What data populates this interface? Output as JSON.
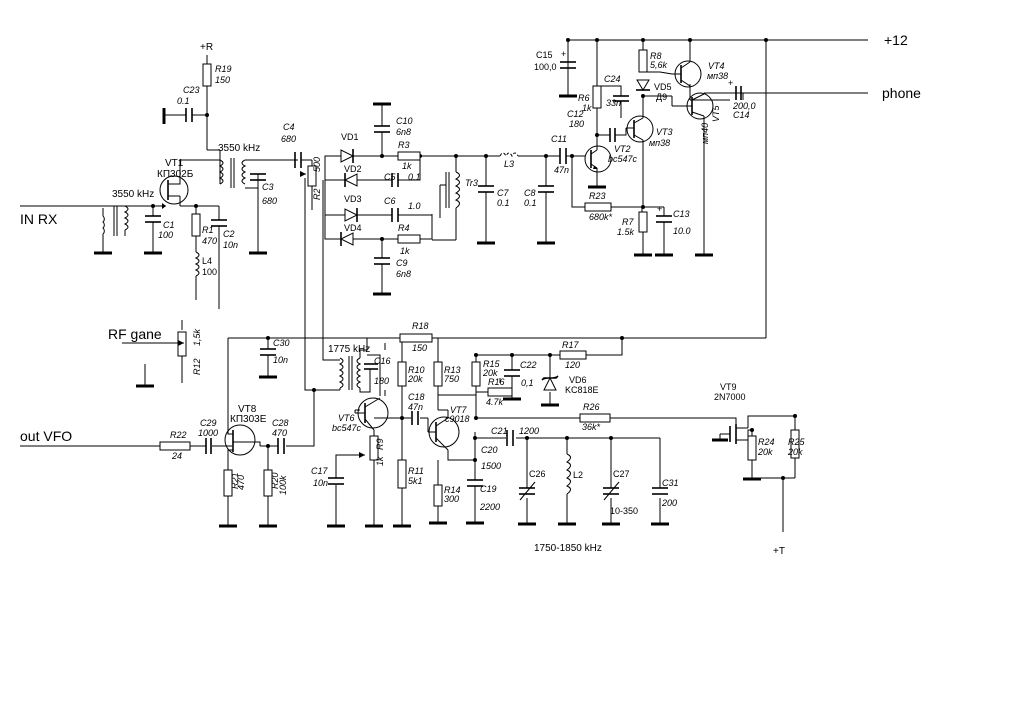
{
  "ports": {
    "plus_r": "+R",
    "plus_12": "+12",
    "phone": "phone",
    "in_rx": "IN RX",
    "rf_gane": "RF gane",
    "out_vfo": "out VFO",
    "plus_t": "+T"
  },
  "transistors": {
    "vt1": {
      "ref": "VT1",
      "type": "КП302Б"
    },
    "vt2": {
      "ref": "VT2",
      "type": "bc547c"
    },
    "vt3": {
      "ref": "VT3",
      "type": "мп38"
    },
    "vt4": {
      "ref": "VT4",
      "type": "мп38"
    },
    "vt5": {
      "ref": "VT5",
      "type": "мп40"
    },
    "vt6": {
      "ref": "VT6",
      "type": "bc547c"
    },
    "vt7": {
      "ref": "VT7",
      "type": "c9018"
    },
    "vt8": {
      "ref": "VT8",
      "type": "КП303Е"
    },
    "vt9": {
      "ref": "VT9",
      "type": "2N7000"
    }
  },
  "resistors": {
    "r1": {
      "ref": "R1",
      "value": "470"
    },
    "r2": {
      "ref": "R2",
      "value": "500"
    },
    "r3": {
      "ref": "R3",
      "value": "1k"
    },
    "r4": {
      "ref": "R4",
      "value": "1k"
    },
    "r6": {
      "ref": "R6",
      "value": "1k"
    },
    "r7": {
      "ref": "R7",
      "value": "1.5k"
    },
    "r8": {
      "ref": "R8",
      "value": "5,6k"
    },
    "r9": {
      "ref": "R9",
      "value": "1k"
    },
    "r10": {
      "ref": "R10",
      "value": "20k"
    },
    "r11": {
      "ref": "R11",
      "value": "5k1"
    },
    "r12": {
      "ref": "R12",
      "value": "1,5k"
    },
    "r13": {
      "ref": "R13",
      "value": "750"
    },
    "r14": {
      "ref": "R14",
      "value": "300"
    },
    "r15": {
      "ref": "R15",
      "value": "20k"
    },
    "r16": {
      "ref": "R16",
      "value": "4.7k"
    },
    "r17": {
      "ref": "R17",
      "value": "120"
    },
    "r18": {
      "ref": "R18",
      "value": "150"
    },
    "r19": {
      "ref": "R19",
      "value": "150"
    },
    "r20": {
      "ref": "R20",
      "value": "100k"
    },
    "r21": {
      "ref": "R21",
      "value": "470"
    },
    "r22": {
      "ref": "R22",
      "value": "24"
    },
    "r23": {
      "ref": "R23",
      "value": "680k*"
    },
    "r24": {
      "ref": "R24",
      "value": "20k"
    },
    "r25": {
      "ref": "R25",
      "value": "20k"
    },
    "r26": {
      "ref": "R26",
      "value": "36k*"
    }
  },
  "capacitors": {
    "c1": {
      "ref": "C1",
      "value": "100"
    },
    "c2": {
      "ref": "C2",
      "value": "10n"
    },
    "c3": {
      "ref": "C3",
      "value": "680"
    },
    "c4": {
      "ref": "C4",
      "value": "680"
    },
    "c5": {
      "ref": "C5",
      "value": "0.1"
    },
    "c6": {
      "ref": "C6",
      "value": "1.0"
    },
    "c7": {
      "ref": "C7",
      "value": "0.1"
    },
    "c8": {
      "ref": "C8",
      "value": "0.1"
    },
    "c9": {
      "ref": "C9",
      "value": "6n8"
    },
    "c10": {
      "ref": "C10",
      "value": "6n8"
    },
    "c11": {
      "ref": "C11",
      "value": "47n"
    },
    "c12": {
      "ref": "C12",
      "value": "180"
    },
    "c13": {
      "ref": "C13",
      "value": "10.0"
    },
    "c14": {
      "ref": "C14",
      "value": "200,0"
    },
    "c15": {
      "ref": "C15",
      "value": "100,0"
    },
    "c16": {
      "ref": "C16",
      "value": "180"
    },
    "c17": {
      "ref": "C17",
      "value": "10n"
    },
    "c18": {
      "ref": "C18",
      "value": "47n"
    },
    "c19": {
      "ref": "C19",
      "value": "2200"
    },
    "c20": {
      "ref": "C20",
      "value": "1500"
    },
    "c21": {
      "ref": "C21",
      "value": "1200"
    },
    "c22": {
      "ref": "C22",
      "value": "0,1"
    },
    "c23": {
      "ref": "C23",
      "value": "0.1"
    },
    "c24": {
      "ref": "C24",
      "value": "33n"
    },
    "c26": {
      "ref": "C26",
      "value": ""
    },
    "c27": {
      "ref": "C27",
      "value": "10-350"
    },
    "c28": {
      "ref": "C28",
      "value": "470"
    },
    "c29": {
      "ref": "C29",
      "value": "1000"
    },
    "c30": {
      "ref": "C30",
      "value": "10n"
    },
    "c31": {
      "ref": "C31",
      "value": "200"
    }
  },
  "diodes": {
    "vd1": {
      "ref": "VD1",
      "type": ""
    },
    "vd2": {
      "ref": "VD2",
      "type": ""
    },
    "vd3": {
      "ref": "VD3",
      "type": ""
    },
    "vd4": {
      "ref": "VD4",
      "type": ""
    },
    "vd5": {
      "ref": "VD5",
      "type": "Д9"
    },
    "vd6": {
      "ref": "VD6",
      "type": "KC818E"
    }
  },
  "inductors": {
    "l2": "L2",
    "l3": "L3",
    "l4": {
      "ref": "L4",
      "value": "100"
    },
    "tr3": "Tr3"
  },
  "frequencies": {
    "f_input": "3550 kHz",
    "f_t1": "3550 kHz",
    "f_t2": "1775 kHz",
    "band": "1750-1850 kHz"
  }
}
